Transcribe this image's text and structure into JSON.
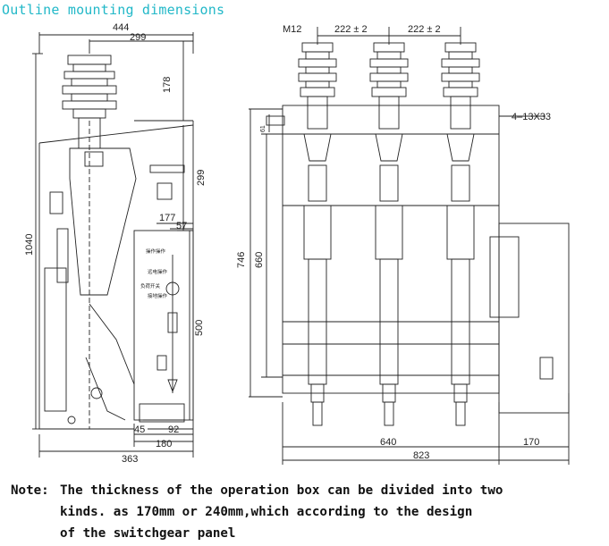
{
  "title": "Outline mounting dimensions",
  "left_view": {
    "dims": {
      "overall_width": "444",
      "upper_width": "299",
      "insulator_height": "178",
      "right_height": "299",
      "offset_177": "177",
      "offset_57": "57",
      "total_height": "1040",
      "panel_height": "500",
      "small_45": "45",
      "small_92": "92",
      "bottom_180": "180",
      "base_363": "363"
    },
    "panel_labels": [
      "操作操作",
      "远电操作",
      "负荷开关",
      "接地操作"
    ]
  },
  "front_view": {
    "dims": {
      "bolt": "M12",
      "pitch_a": "222 ± 2",
      "pitch_b": "222 ± 2",
      "holes": "4–13X33",
      "height_746": "746",
      "height_660": "660",
      "width_640": "640",
      "width_170": "170",
      "width_823": "823",
      "small_61": "61"
    }
  },
  "note": {
    "label": "Note:",
    "line1": "The thickness of the operation box can be divided into two",
    "line2": "kinds. as 170mm or 240mm,which according to the design",
    "line3": "of the switchgear panel"
  },
  "colors": {
    "title": "#22b8c8",
    "line": "#222222"
  }
}
